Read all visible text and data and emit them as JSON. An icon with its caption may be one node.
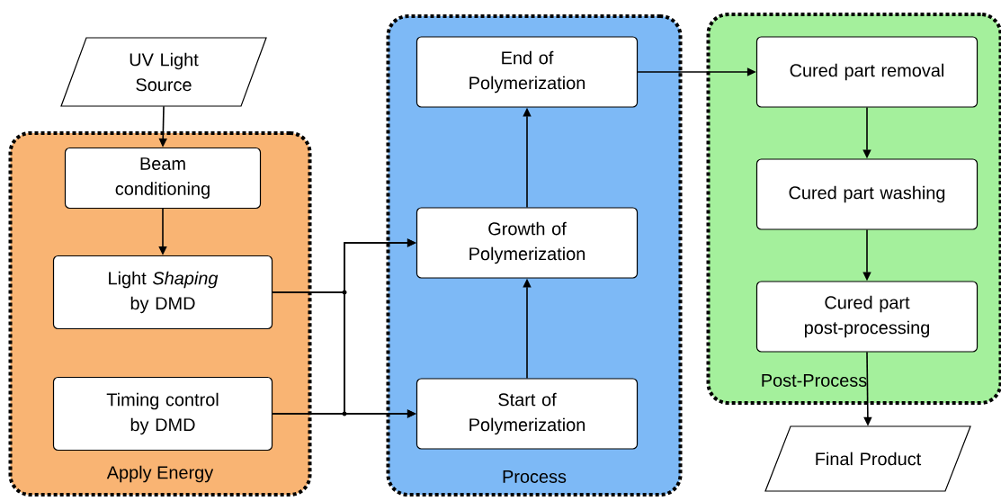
{
  "diagram": {
    "nodes": [
      {
        "text": [
          "UV Light Source"
        ]
      },
      {
        "text": [
          "Apply Energy"
        ]
      },
      {
        "text": [
          "Beam conditioning"
        ],
        "in": 1
      },
      {
        "text": [
          "Light *Shaping* by DMD"
        ],
        "in": 1
      },
      {
        "text": [
          "Timing control by DMD"
        ],
        "in": 1
      },
      {
        "text": [
          "Process"
        ]
      },
      {
        "text": [
          "End of Polymerization"
        ],
        "in": 5
      },
      {
        "text": [
          "Growth of Polymerization"
        ],
        "in": 5
      },
      {
        "text": [
          "Start of Polymerization"
        ],
        "in": 5
      },
      {
        "text": [
          "Post-Process"
        ]
      },
      {
        "text": [
          "Cured part removal"
        ],
        "in": 9
      },
      {
        "text": [
          "Cured part washing"
        ],
        "in": 9
      },
      {
        "text": [
          "Cured part post-processing"
        ],
        "in": 9
      },
      {
        "text": [
          "Final Product"
        ]
      }
    ],
    "edges": [
      {
        "from": 0,
        "to": 2,
        "arrow": "to"
      },
      {
        "from": 2,
        "to": 3,
        "arrow": "to"
      },
      {
        "from": 3,
        "to": 7,
        "arrow": "to"
      },
      {
        "from": 3,
        "to": 8,
        "arrow": "to"
      },
      {
        "from": 4,
        "to": 7,
        "arrow": "to"
      },
      {
        "from": 4,
        "to": 8,
        "arrow": "to"
      },
      {
        "from": 8,
        "to": 7,
        "arrow": "to"
      },
      {
        "from": 7,
        "to": 6,
        "arrow": "to"
      },
      {
        "from": 6,
        "to": 10,
        "arrow": "to"
      },
      {
        "from": 10,
        "to": 11,
        "arrow": "to"
      },
      {
        "from": 11,
        "to": 12,
        "arrow": "to"
      },
      {
        "from": 12,
        "to": 13,
        "arrow": "to"
      }
    ]
  }
}
